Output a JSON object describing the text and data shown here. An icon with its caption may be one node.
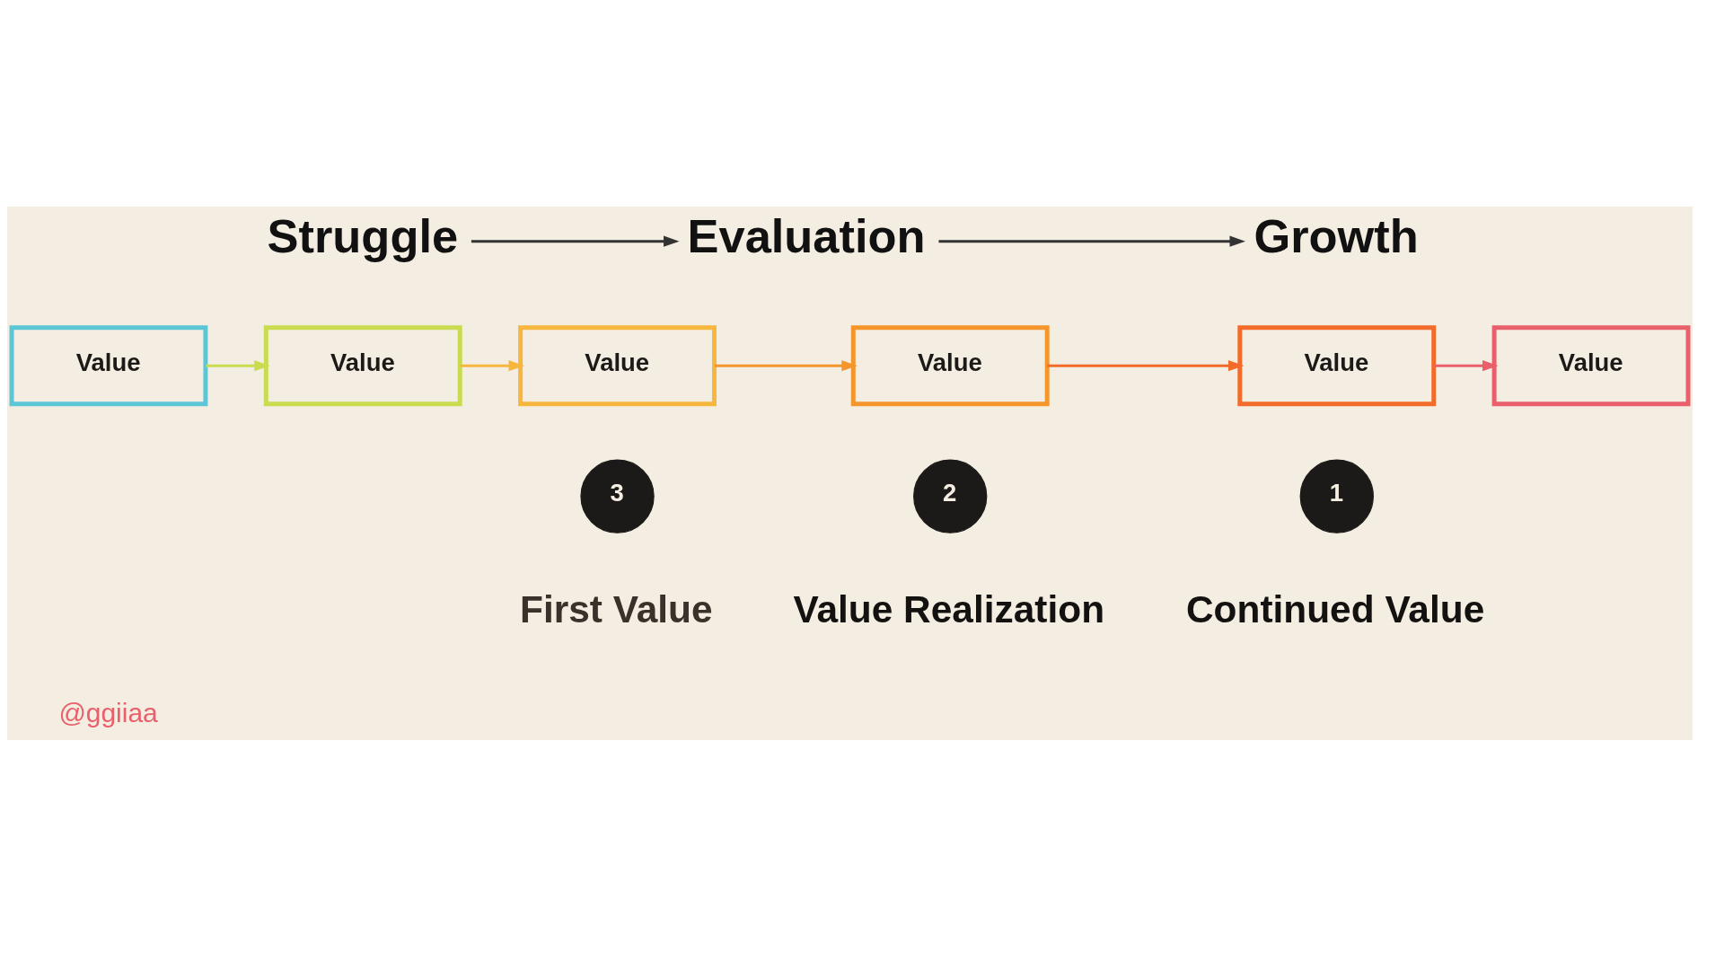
{
  "diagram": {
    "nodes": [
      {
        "text": [
          "Struggle"
        ]
      },
      {
        "text": [
          "Evaluation"
        ]
      },
      {
        "text": [
          "Growth"
        ]
      },
      {
        "text": [
          "Value"
        ]
      },
      {
        "text": [
          "Value"
        ]
      },
      {
        "text": [
          "Value"
        ]
      },
      {
        "text": [
          "Value"
        ]
      },
      {
        "text": [
          "Value"
        ]
      },
      {
        "text": [
          "Value"
        ]
      },
      {
        "text": [
          "3"
        ],
        "beside": [
          "First Value"
        ]
      },
      {
        "text": [
          "2"
        ],
        "beside": [
          "Value Realization"
        ]
      },
      {
        "text": [
          "1"
        ],
        "beside": [
          "Continued Value"
        ]
      }
    ],
    "edges": [
      {
        "from": 0,
        "to": 1,
        "arrow": "to",
        "color": "#333333"
      },
      {
        "from": 1,
        "to": 2,
        "arrow": "to",
        "color": "#333333"
      },
      {
        "from": 3,
        "to": 4,
        "arrow": "to",
        "color": "#c9dc4f"
      },
      {
        "from": 4,
        "to": 5,
        "arrow": "to",
        "color": "#f7b63d"
      },
      {
        "from": 5,
        "to": 6,
        "arrow": "to",
        "color": "#f5962d"
      },
      {
        "from": 6,
        "to": 7,
        "arrow": "to",
        "color": "#f26b2a"
      },
      {
        "from": 7,
        "to": 8,
        "arrow": "to",
        "color": "#e9606b"
      }
    ],
    "labels": [
      "@ggiiaa"
    ]
  }
}
